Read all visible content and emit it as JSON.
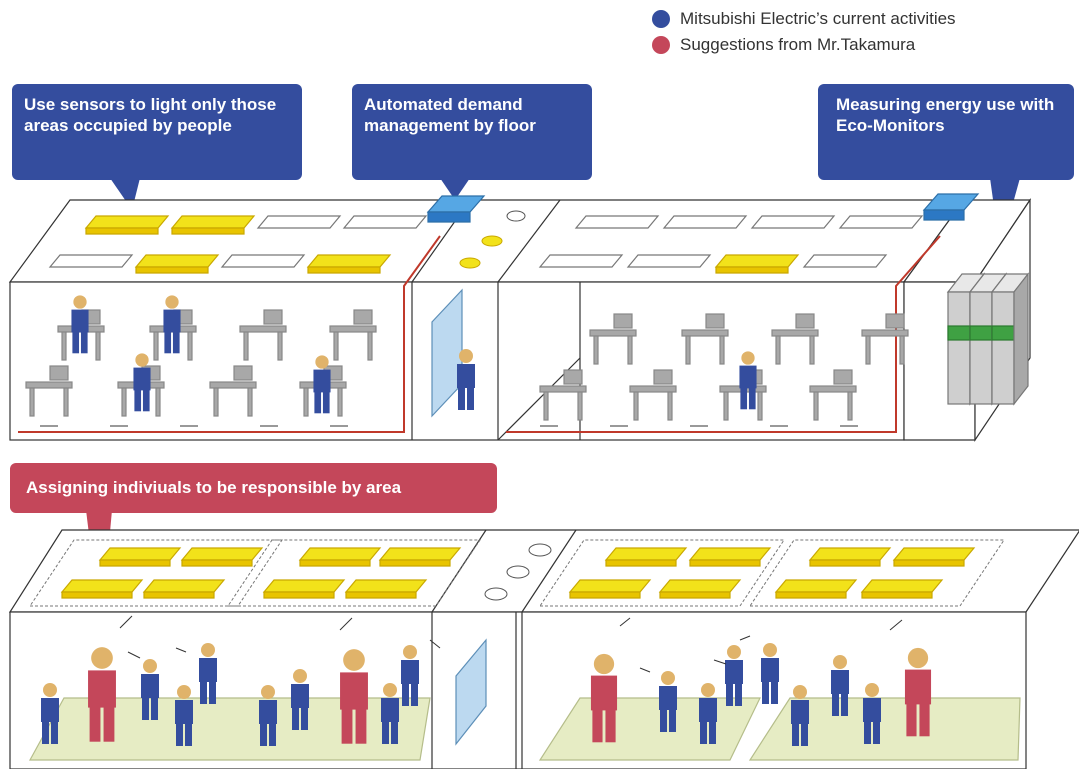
{
  "legend": {
    "items": [
      {
        "label": "Mitsubishi Electric’s current activities",
        "color": "#344d9e"
      },
      {
        "label": "Suggestions from Mr.Takamura",
        "color": "#c4475a"
      }
    ]
  },
  "callouts": {
    "sensors": "Use sensors to light only those areas occupied by people",
    "demand": "Automated demand management by floor",
    "eco": "Measuring energy use with Eco-Monitors",
    "assign": "Assigning indiviuals to be responsible by area"
  },
  "colors": {
    "blue": "#344d9e",
    "red": "#c4475a",
    "light_on": "#f2e21a",
    "carpet": "#e6ecc4",
    "desk": "#a8a8a8",
    "skin": "#e0b36a",
    "wire": "#c0392b",
    "door": "#bcd9f0",
    "green": "#3fa143"
  }
}
